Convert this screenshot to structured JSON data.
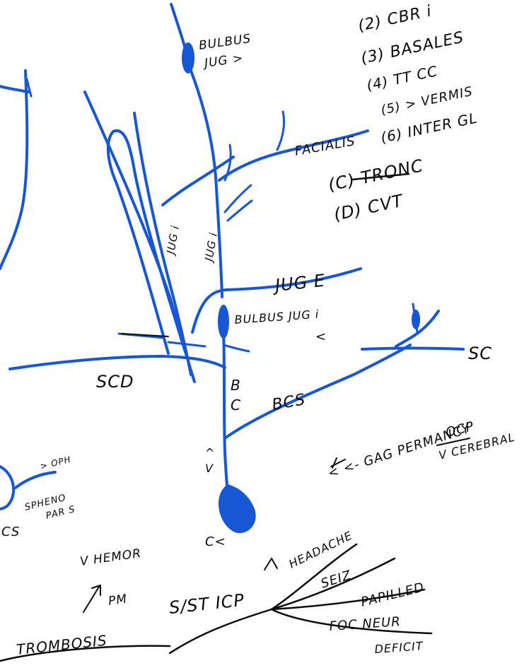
{
  "labels": {
    "bulbus_jug_sup": [
      "BULBUS",
      "JUG >"
    ],
    "facialis": "FACIALIS",
    "jug_i_1": "JUG i",
    "jug_i_2": "JUG i",
    "jug_e": "JUG E",
    "bulbus_jug_inf": [
      "BULBUS JUG i",
      "<"
    ],
    "scd": "SCD",
    "sc": "SC",
    "bc": [
      "B",
      "C"
    ],
    "bcs": "BCS",
    "vc": [
      "^",
      "V"
    ],
    "cs_left": "CS",
    "sphenoparietal": [
      "SPHENO",
      "PAR S"
    ],
    "ophthalmic": "> OPH",
    "cc": "C<",
    "venous_list": [
      "(2) CBR i",
      "(3) BASALES",
      "(4) TT CC",
      "(5) > VERMIS",
      "(6) INTER GL",
      "(C) TRONC",
      "(D) CVT"
    ],
    "gag_line": "< <- GAG PERMANCY",
    "ocp": "OCP",
    "cerebral_edema": "V CEREBRAL",
    "v_hemor": "V HEMOR",
    "up_arrow_pm": "PM",
    "trombosis": "TROMBOSIS",
    "si_st_icp": "S/ST ICP",
    "symptoms": [
      "HEADACHE",
      "SEIZ",
      "PAPILLED",
      "FOC NEUR",
      "DEFICIT"
    ]
  },
  "colors": {
    "vein": "#1757d3",
    "ink": "#0b0b0b",
    "paper": "#ffffff"
  }
}
